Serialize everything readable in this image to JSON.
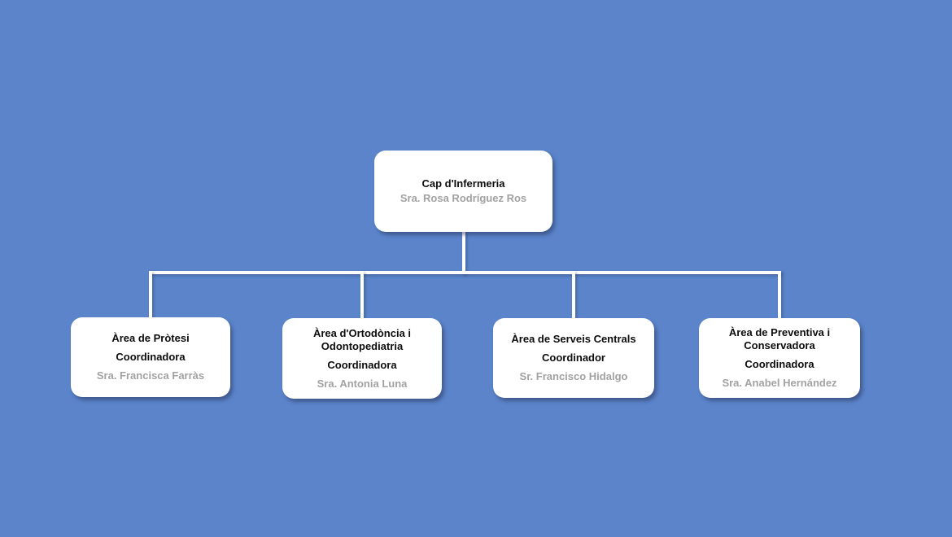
{
  "colors": {
    "background": "#5B84CB",
    "node_fill": "#FFFFFF",
    "title_text": "#0D0D0D",
    "name_text": "#A2A2A2",
    "connector": "#FFFFFF"
  },
  "org_chart": {
    "root": {
      "title": "Cap d'Infermeria",
      "name": "Sra. Rosa Rodríguez Ros"
    },
    "children": [
      {
        "title": "Àrea de Pròtesi",
        "role": "Coordinadora",
        "name": "Sra. Francisca Farràs"
      },
      {
        "title": "Àrea d'Ortodòncia i Odontopediatria",
        "role": "Coordinadora",
        "name": "Sra. Antonia Luna"
      },
      {
        "title": "Àrea de Serveis Centrals",
        "role": "Coordinador",
        "name": "Sr. Francisco Hidalgo"
      },
      {
        "title": "Àrea de Preventiva i Conservadora",
        "role": "Coordinadora",
        "name": "Sra. Anabel Hernández"
      }
    ]
  }
}
